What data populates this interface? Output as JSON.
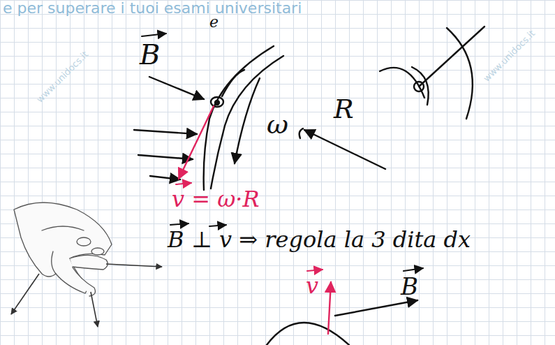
{
  "diagram": {
    "labels": [
      "e per superare i tuoi esami universitari",
      "www.unidocs.it",
      "www.unidocs.it",
      "B",
      "e",
      "ω",
      "R",
      "v = ω·R",
      "B ⊥ v ⇒ regola la 3 dita dx",
      "v",
      "B"
    ]
  }
}
